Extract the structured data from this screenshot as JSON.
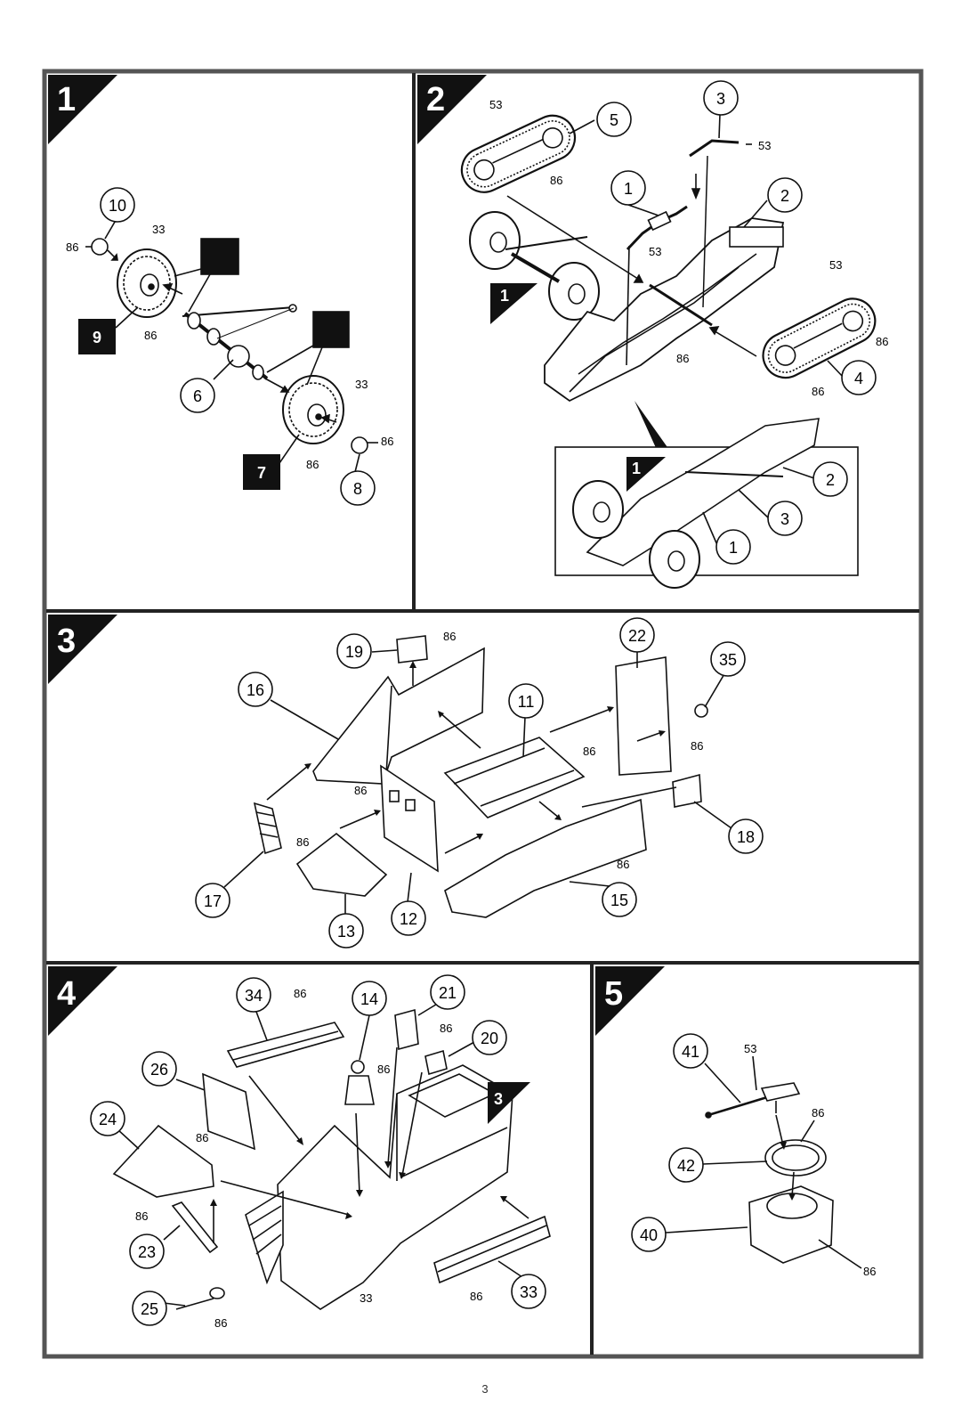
{
  "page_number": "3",
  "steps": [
    {
      "number": "1",
      "circles": [
        "10",
        "6",
        "8"
      ],
      "boxes": [
        "9",
        "7"
      ],
      "small": [
        "86",
        "33",
        "86",
        "33",
        "86",
        "86"
      ]
    },
    {
      "number": "2",
      "circles": [
        "5",
        "3",
        "1",
        "2",
        "4"
      ],
      "inset_circles": [
        "2",
        "3",
        "1"
      ],
      "step_ref": "1",
      "inset_ref": "1",
      "small": [
        "53",
        "86",
        "53",
        "53",
        "53",
        "86",
        "86",
        "86"
      ]
    },
    {
      "number": "3",
      "circles": [
        "19",
        "16",
        "11",
        "22",
        "35",
        "18",
        "17",
        "13",
        "12",
        "15"
      ],
      "small": [
        "86",
        "86",
        "86",
        "86",
        "86",
        "86"
      ]
    },
    {
      "number": "4",
      "circles": [
        "34",
        "14",
        "21",
        "20",
        "26",
        "24",
        "23",
        "25",
        "33"
      ],
      "step_ref": "3",
      "small": [
        "86",
        "86",
        "86",
        "86",
        "86",
        "33",
        "86",
        "86"
      ]
    },
    {
      "number": "5",
      "circles": [
        "41",
        "42",
        "40"
      ],
      "small": [
        "53",
        "86",
        "86"
      ]
    }
  ]
}
